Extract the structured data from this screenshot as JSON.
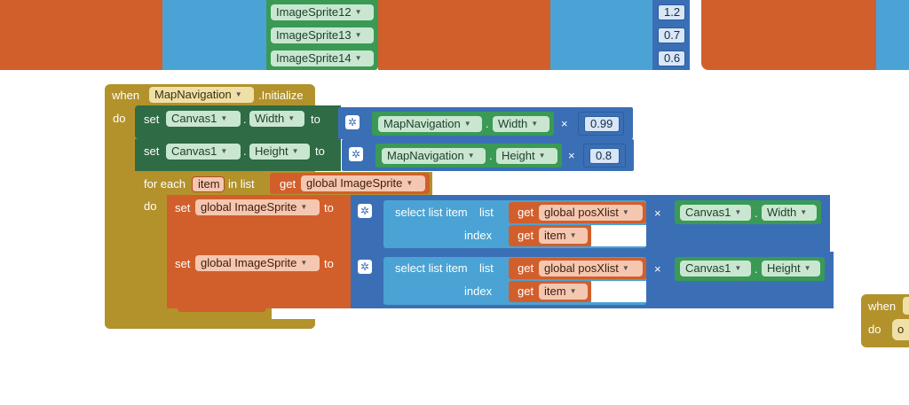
{
  "top_strip": {
    "sprites": [
      "ImageSprite12",
      "ImageSprite13",
      "ImageSprite14"
    ],
    "values": [
      "1.2",
      "0.7",
      "0.6"
    ]
  },
  "event_block": {
    "when": "when",
    "component": "MapNavigation",
    "event": ".Initialize",
    "do": "do"
  },
  "row_width": {
    "set": "set",
    "component": "Canvas1",
    "dot": ".",
    "property": "Width",
    "to": "to",
    "multiply_symbol": "×",
    "source_component": "MapNavigation",
    "source_property": "Width",
    "factor": "0.99"
  },
  "row_height": {
    "set": "set",
    "component": "Canvas1",
    "dot": ".",
    "property": "Height",
    "to": "to",
    "multiply_symbol": "×",
    "source_component": "MapNavigation",
    "source_property": "Height",
    "factor": "0.8"
  },
  "foreach": {
    "label": "for each",
    "var": "item",
    "in_list": "in list",
    "get": "get",
    "list_name": "global ImageSprite",
    "do": "do"
  },
  "inner_set_1": {
    "set": "set",
    "target": "global ImageSprite",
    "to": "to",
    "select_label": "select list item",
    "list_label": "list",
    "index_label": "index",
    "get": "get",
    "list_var": "global posXlist",
    "index_var": "item",
    "multiply_symbol": "×",
    "component": "Canvas1",
    "property": "Width"
  },
  "inner_set_2": {
    "set": "set",
    "target": "global ImageSprite",
    "to": "to",
    "select_label": "select list item",
    "list_label": "list",
    "index_label": "index",
    "get": "get",
    "list_var": "global posXlist",
    "index_var": "item",
    "multiply_symbol": "×",
    "component": "Canvas1",
    "property": "Height"
  },
  "right_partial": {
    "when": "when",
    "do": "do",
    "cut_text": "o"
  },
  "icons": {
    "dropdown": "chevron-down-icon",
    "mutator": "gear-icon"
  },
  "colors": {
    "variables": "#d15f2c",
    "lists": "#4aa3d4",
    "math": "#3a6fb6",
    "control": "#b3922c",
    "component_setter": "#2f6b45",
    "component_getter": "#3a9a55"
  }
}
